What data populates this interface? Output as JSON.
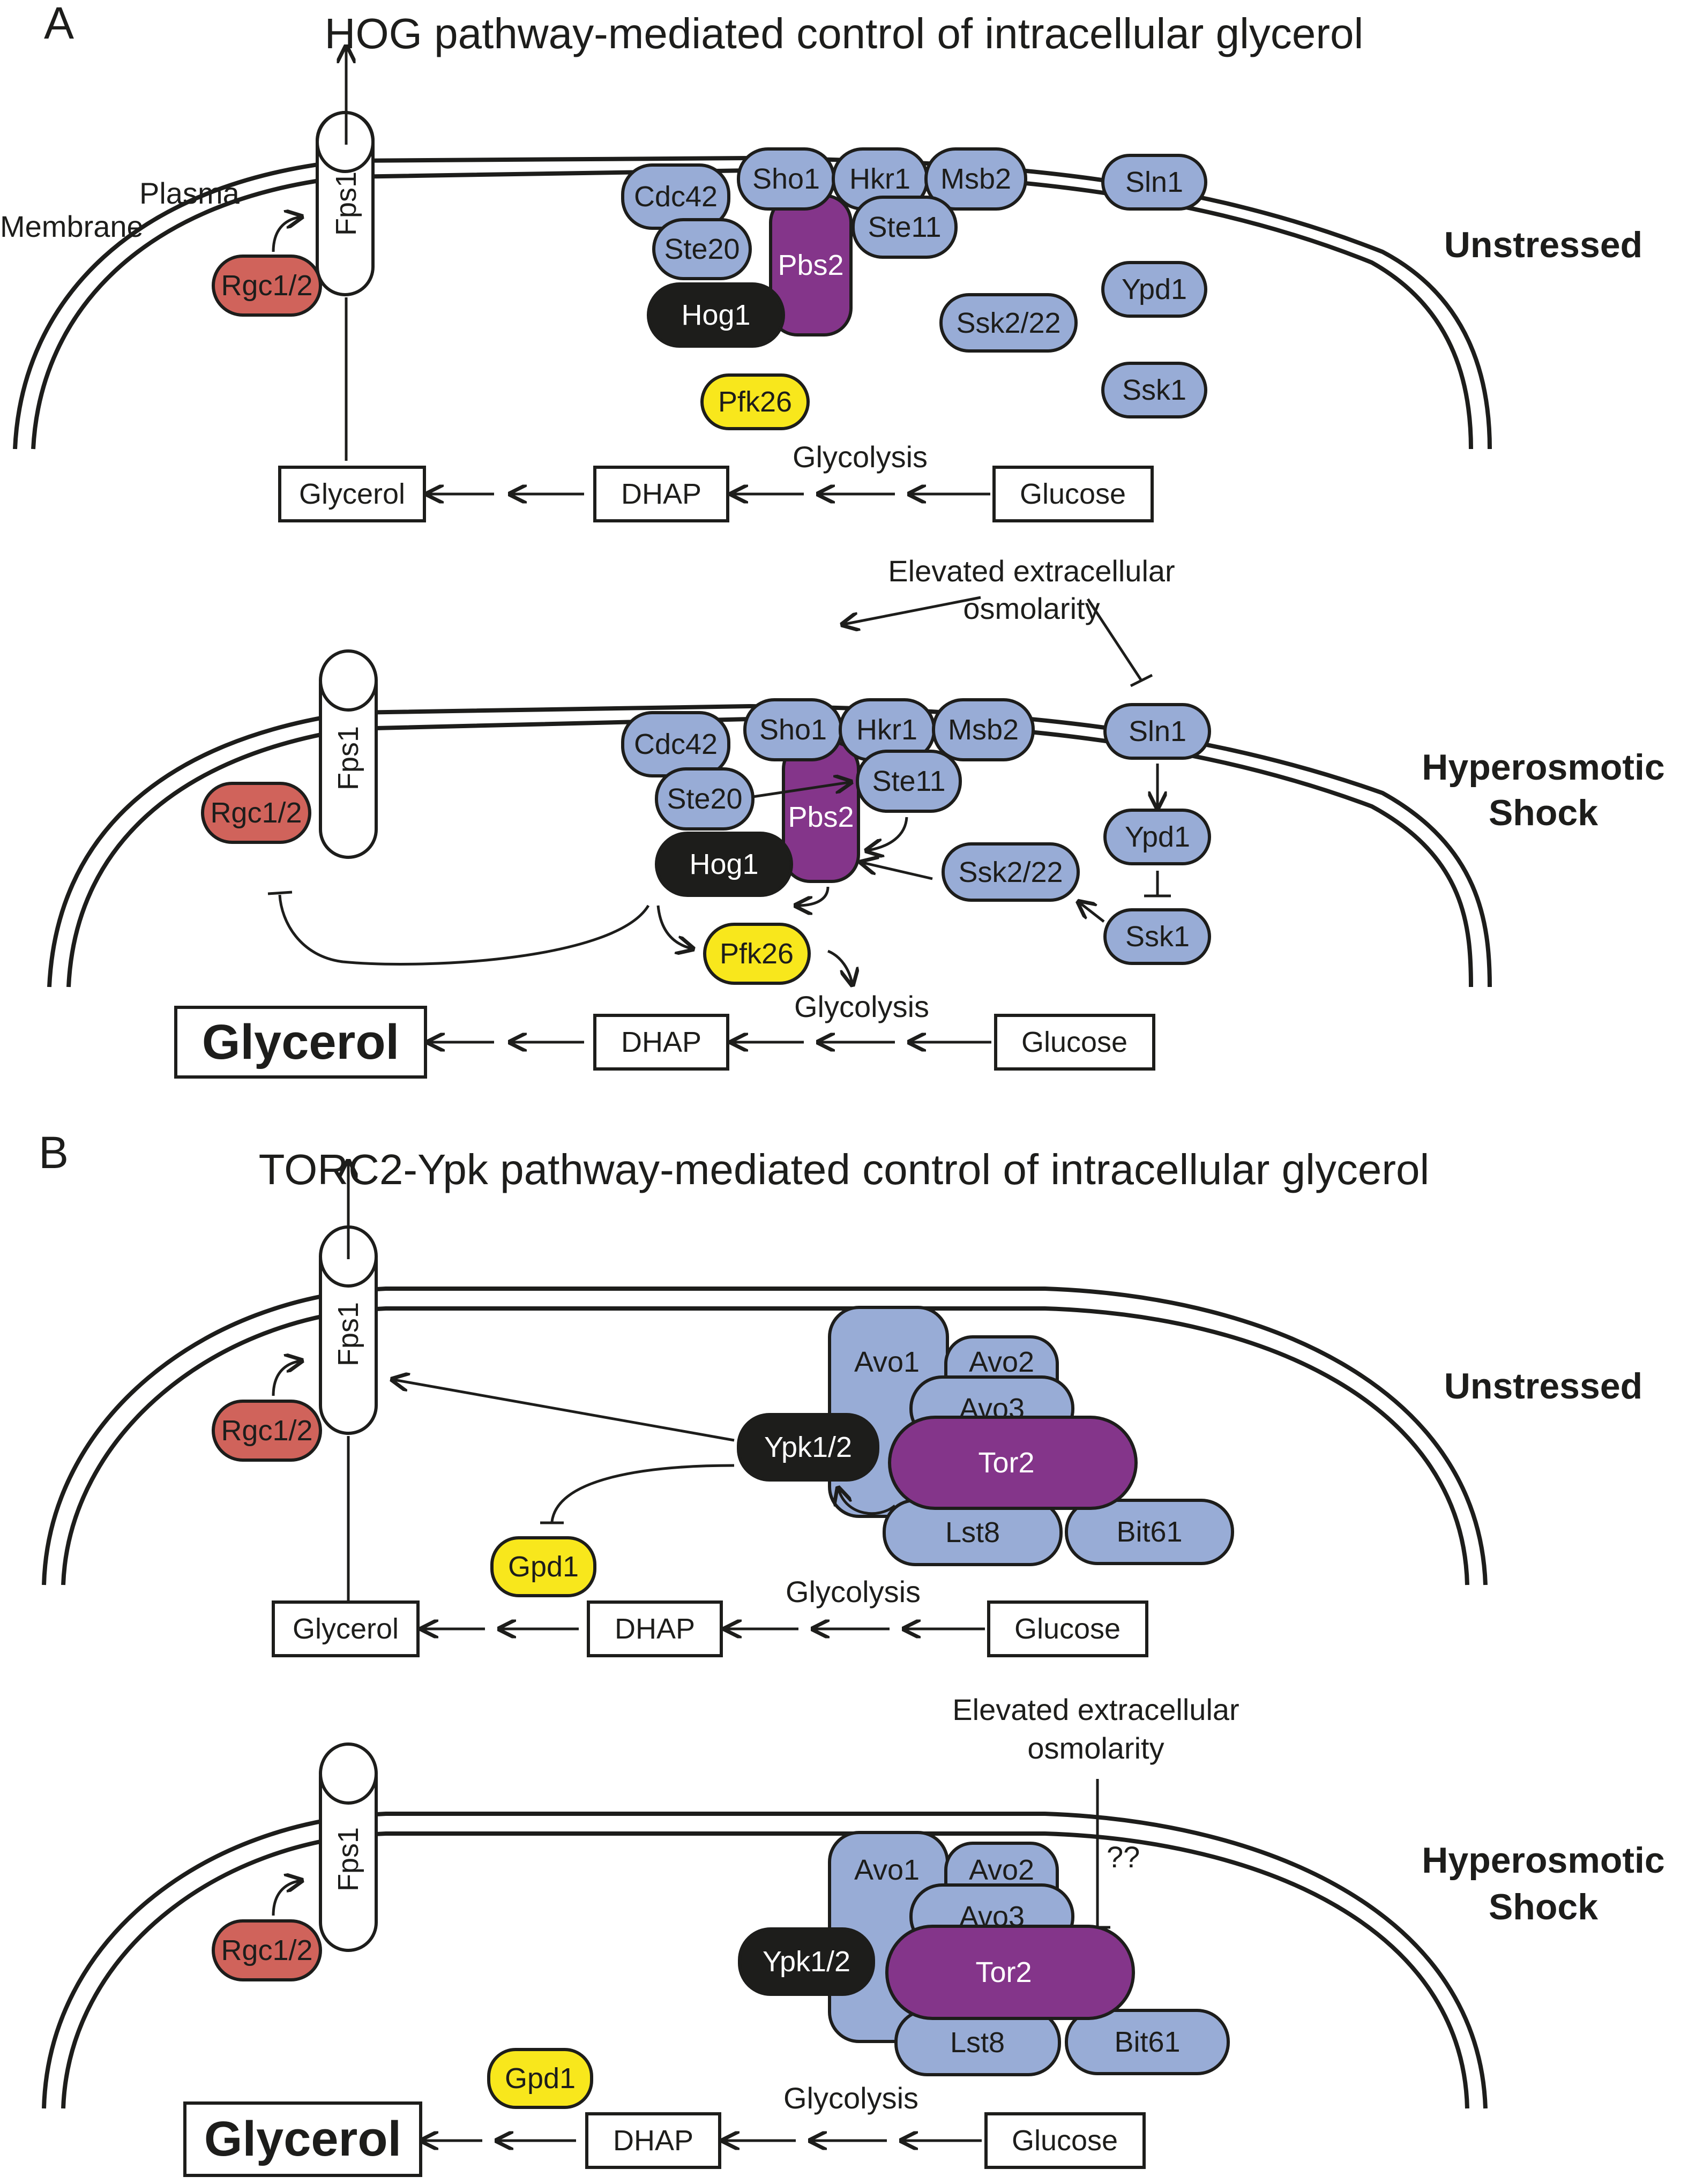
{
  "colors": {
    "blue_protein": "#98acd6",
    "purple_protein": "#84358a",
    "black_protein": "#1d1d1b",
    "red_protein": "#d0635b",
    "yellow_protein": "#f8e71c"
  },
  "panelA": {
    "letter": "A",
    "title": "HOG pathway-mediated control of intracellular glycerol",
    "membrane_label_1": "Plasma",
    "membrane_label_2": "Membrane",
    "unstressed": {
      "condition": "Unstressed",
      "proteins": {
        "fps1": "Fps1",
        "rgc": "Rgc1/2",
        "cdc42": "Cdc42",
        "sho1": "Sho1",
        "hkr1": "Hkr1",
        "msb2": "Msb2",
        "ste20": "Ste20",
        "ste11": "Ste11",
        "pbs2": "Pbs2",
        "hog1": "Hog1",
        "ssk2": "Ssk2/22",
        "sln1": "Sln1",
        "ypd1": "Ypd1",
        "ssk1": "Ssk1",
        "pfk26": "Pfk26"
      },
      "glycolysis": "Glycolysis",
      "metabolites": {
        "glycerol": "Glycerol",
        "dhap": "DHAP",
        "glucose": "Glucose"
      }
    },
    "shock": {
      "condition_1": "Hyperosmotic",
      "condition_2": "Shock",
      "stimulus_1": "Elevated extracellular",
      "stimulus_2": "osmolarity",
      "proteins": {
        "fps1": "Fps1",
        "rgc": "Rgc1/2",
        "cdc42": "Cdc42",
        "sho1": "Sho1",
        "hkr1": "Hkr1",
        "msb2": "Msb2",
        "ste20": "Ste20",
        "ste11": "Ste11",
        "pbs2": "Pbs2",
        "hog1": "Hog1",
        "ssk2": "Ssk2/22",
        "sln1": "Sln1",
        "ypd1": "Ypd1",
        "ssk1": "Ssk1",
        "pfk26": "Pfk26"
      },
      "glycolysis": "Glycolysis",
      "metabolites": {
        "glycerol": "Glycerol",
        "dhap": "DHAP",
        "glucose": "Glucose"
      }
    }
  },
  "panelB": {
    "letter": "B",
    "title": "TORC2-Ypk pathway-mediated control of intracellular glycerol",
    "unstressed": {
      "condition": "Unstressed",
      "proteins": {
        "fps1": "Fps1",
        "rgc": "Rgc1/2",
        "avo1": "Avo1",
        "avo2": "Avo2",
        "avo3": "Avo3",
        "tor2": "Tor2",
        "ypk": "Ypk1/2",
        "lst8": "Lst8",
        "bit61": "Bit61",
        "gpd1": "Gpd1"
      },
      "glycolysis": "Glycolysis",
      "metabolites": {
        "glycerol": "Glycerol",
        "dhap": "DHAP",
        "glucose": "Glucose"
      }
    },
    "shock": {
      "condition_1": "Hyperosmotic",
      "condition_2": "Shock",
      "stimulus_1": "Elevated extracellular",
      "stimulus_2": "osmolarity",
      "unknown": "??",
      "proteins": {
        "fps1": "Fps1",
        "rgc": "Rgc1/2",
        "avo1": "Avo1",
        "avo2": "Avo2",
        "avo3": "Avo3",
        "tor2": "Tor2",
        "ypk": "Ypk1/2",
        "lst8": "Lst8",
        "bit61": "Bit61",
        "gpd1": "Gpd1"
      },
      "glycolysis": "Glycolysis",
      "metabolites": {
        "glycerol": "Glycerol",
        "dhap": "DHAP",
        "glucose": "Glucose"
      }
    }
  }
}
